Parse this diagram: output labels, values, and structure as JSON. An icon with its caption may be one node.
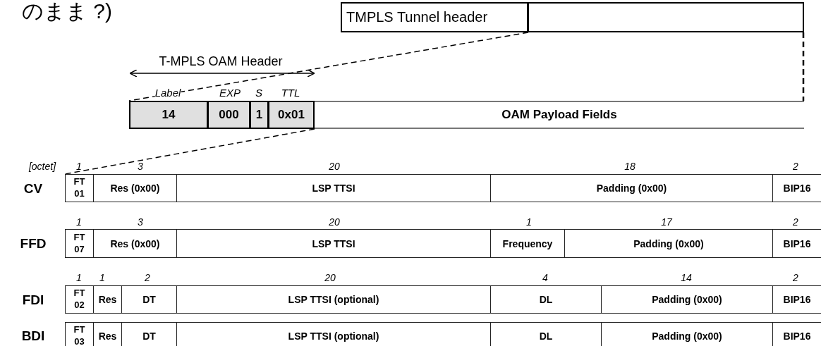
{
  "diagram": {
    "nodes": [
      {
        "text": [
          "TMPLS Tunnel header"
        ]
      },
      {
        "text": [],
        "shape": "box"
      },
      {
        "text": [
          "14"
        ]
      },
      {
        "text": [
          "000"
        ]
      },
      {
        "text": [
          "1"
        ]
      },
      {
        "text": [
          "0x01"
        ]
      },
      {
        "text": [
          "OAM Payload Fields"
        ]
      },
      {
        "text": [
          "FT 01"
        ]
      },
      {
        "text": [
          "Res (0x00)"
        ]
      },
      {
        "text": [
          "LSP TTSI"
        ]
      },
      {
        "text": [
          "Padding (0x00)"
        ]
      },
      {
        "text": [
          "BIP16"
        ]
      },
      {
        "text": [
          "FT 07"
        ]
      },
      {
        "text": [
          "Res (0x00)"
        ]
      },
      {
        "text": [
          "LSP TTSI"
        ]
      },
      {
        "text": [
          "Frequency"
        ]
      },
      {
        "text": [
          "Padding (0x00)"
        ]
      },
      {
        "text": [
          "BIP16"
        ]
      },
      {
        "text": [
          "FT 02"
        ]
      },
      {
        "text": [
          "Res"
        ]
      },
      {
        "text": [
          "DT"
        ]
      },
      {
        "text": [
          "LSP TTSI (optional)"
        ]
      },
      {
        "text": [
          "DL"
        ]
      },
      {
        "text": [
          "Padding (0x00)"
        ]
      },
      {
        "text": [
          "BIP16"
        ]
      },
      {
        "text": [
          "FT 03"
        ]
      },
      {
        "text": [
          "Res"
        ]
      },
      {
        "text": [
          "DT"
        ]
      },
      {
        "text": [
          "LSP TTSI (optional)"
        ]
      },
      {
        "text": [
          "DL"
        ]
      },
      {
        "text": [
          "Padding (0x00)"
        ]
      },
      {
        "text": [
          "BIP16"
        ]
      }
    ],
    "edges": [
      {
        "from": 0,
        "to": 2,
        "arrow": "none",
        "style": "dashed"
      },
      {
        "from": 1,
        "to": 6,
        "arrow": "none",
        "style": "dashed"
      },
      {
        "from": 5,
        "to": 7,
        "arrow": "none",
        "style": "dashed"
      }
    ],
    "labels": [
      "のまま ?)",
      "T-MPLS OAM Header",
      "Label",
      "EXP",
      "S",
      "TTL",
      "[octet]",
      "1",
      "3",
      "20",
      "18",
      "2",
      "CV",
      "1",
      "3",
      "20",
      "1",
      "17",
      "2",
      "FFD",
      "1",
      "1",
      "2",
      "20",
      "4",
      "14",
      "2",
      "FDI",
      "BDI"
    ]
  }
}
